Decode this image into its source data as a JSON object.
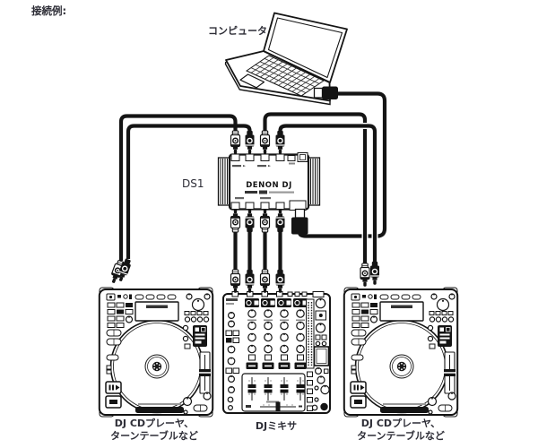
{
  "title": "接続例:",
  "computer": {
    "label": "コンピュータ"
  },
  "ds1": {
    "label": "DS1",
    "brand": "DENON DJ"
  },
  "left_player": {
    "label_line1": "DJ CDプレーヤ、",
    "label_line2": "ターンテーブルなど"
  },
  "mixer": {
    "label": "DJミキサ"
  },
  "right_player": {
    "label_line1": "DJ CDプレーヤ、",
    "label_line2": "ターンテーブルなど"
  },
  "colors": {
    "line_art": "#141414",
    "text": "#2d2d36",
    "background": "#ffffff"
  }
}
